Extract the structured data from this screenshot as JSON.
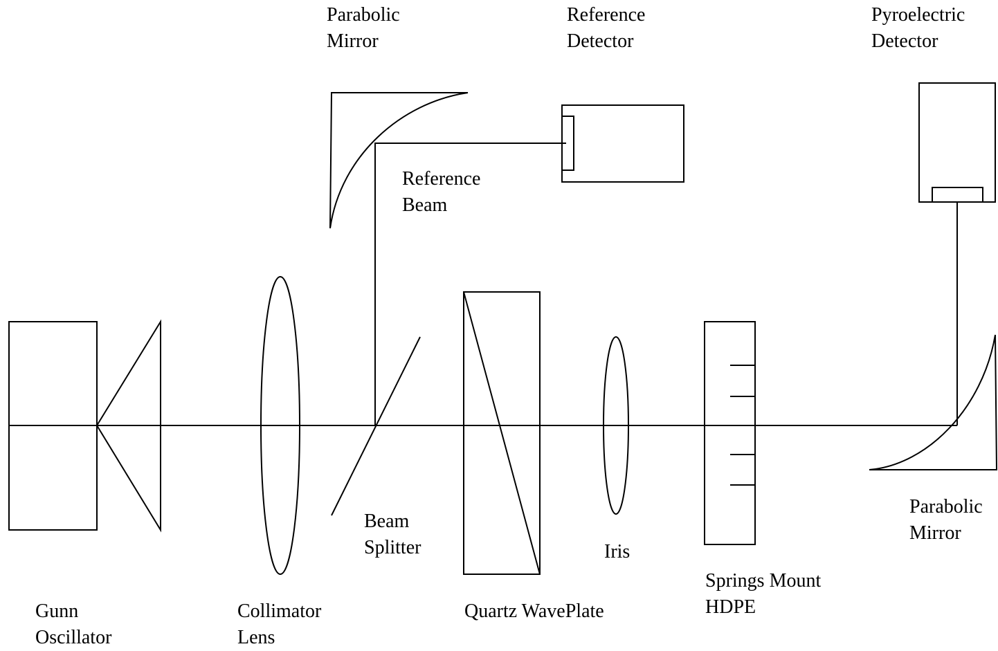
{
  "labels": {
    "gunn_oscillator": [
      "Gunn",
      "Oscillator"
    ],
    "collimator_lens": [
      "Collimator",
      "Lens"
    ],
    "beam_splitter": [
      "Beam",
      "Splitter"
    ],
    "quartz_waveplate": "Quartz WavePlate",
    "iris": "Iris",
    "springs_mount": [
      "Springs Mount",
      "HDPE"
    ],
    "parabolic_mirror_top": [
      "Parabolic",
      "Mirror"
    ],
    "reference_detector": [
      "Reference",
      "Detector"
    ],
    "reference_beam": [
      "Reference",
      "Beam"
    ],
    "pyroelectric_detector": [
      "Pyroelectric",
      "Detector"
    ],
    "parabolic_mirror_bottom": [
      "Parabolic",
      "Mirror"
    ]
  },
  "colors": {
    "line": "#000000",
    "background": "#ffffff"
  }
}
